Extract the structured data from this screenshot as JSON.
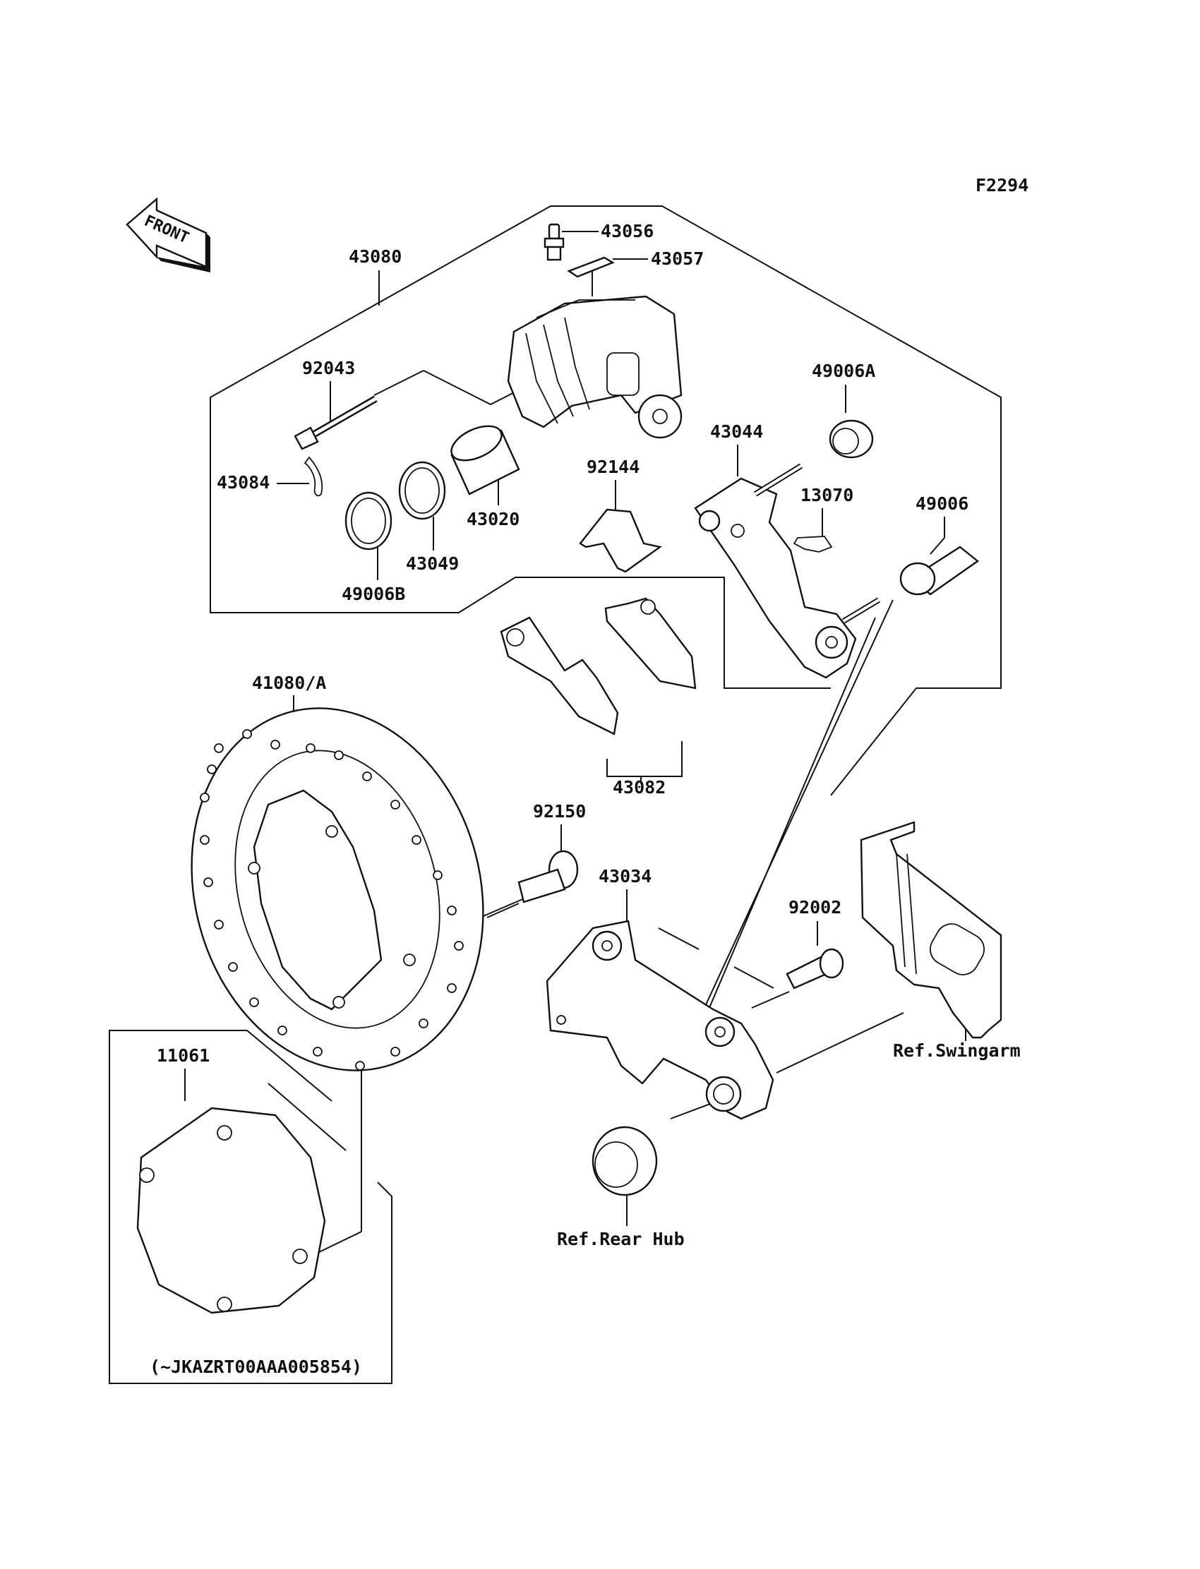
{
  "figure_code": "F2294",
  "front_marker": "FRONT",
  "labels": {
    "p43080": "43080",
    "p43056": "43056",
    "p43057": "43057",
    "p92043": "92043",
    "p49006A": "49006A",
    "p43044": "43044",
    "p43084": "43084",
    "p92144": "92144",
    "p13070": "13070",
    "p49006": "49006",
    "p43020": "43020",
    "p43049": "43049",
    "p49006B": "49006B",
    "p41080A": "41080/A",
    "p43082": "43082",
    "p92150": "92150",
    "p43034": "43034",
    "p92002": "92002",
    "ref_swingarm": "Ref.Swingarm",
    "p11061": "11061",
    "ref_rear_hub": "Ref.Rear Hub",
    "serial_note": "(~JKAZRT00AAA005854)"
  }
}
